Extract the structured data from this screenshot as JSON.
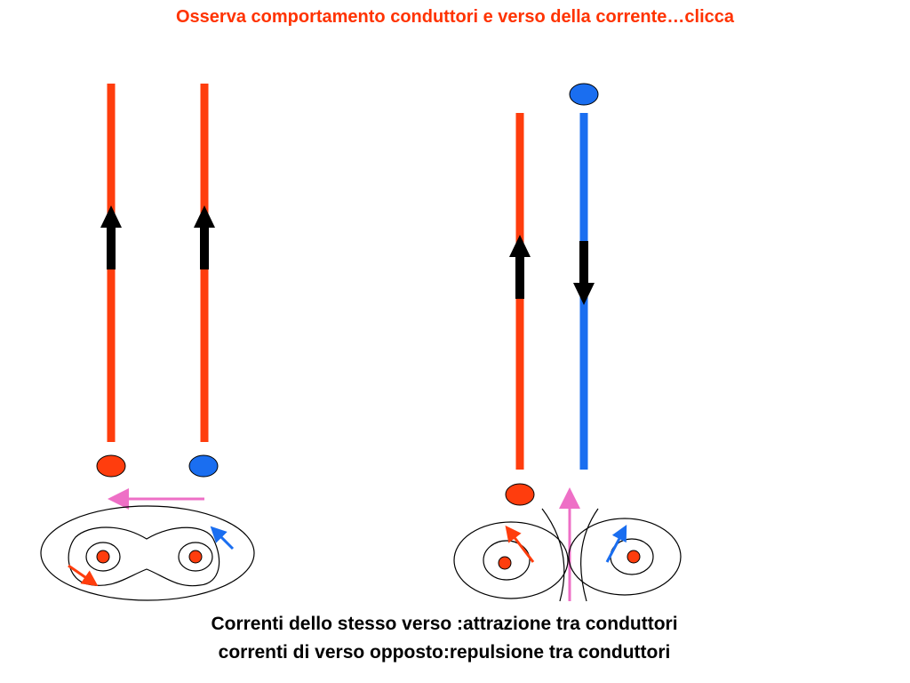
{
  "title": "Osserva comportamento conduttori e verso della corrente…clicca",
  "caption": {
    "line1": "Correnti dello stesso verso :attrazione tra conduttori",
    "line2": "correnti di verso opposto:repulsione tra conduttori"
  },
  "colors": {
    "title": "#ff3300",
    "conductor_red": "#ff3d0d",
    "conductor_blue": "#1a6ef0",
    "current_arrow": "#000000",
    "force_arrow": "#ee6fc6",
    "field_lines": "#000000"
  },
  "diagrams": {
    "same_direction": {
      "current_directions": [
        "up",
        "up"
      ],
      "conductor_colors": [
        "red",
        "red"
      ],
      "end_dots": [
        "red",
        "blue"
      ],
      "force_arrow": "left",
      "field_arrow_colors": [
        "red",
        "blue"
      ]
    },
    "opposite_direction": {
      "current_directions": [
        "up",
        "down"
      ],
      "conductor_colors": [
        "red",
        "blue"
      ],
      "end_dots": [
        "red",
        "blue"
      ],
      "force_arrow": "up",
      "field_arrow_colors": [
        "red",
        "blue"
      ]
    }
  }
}
